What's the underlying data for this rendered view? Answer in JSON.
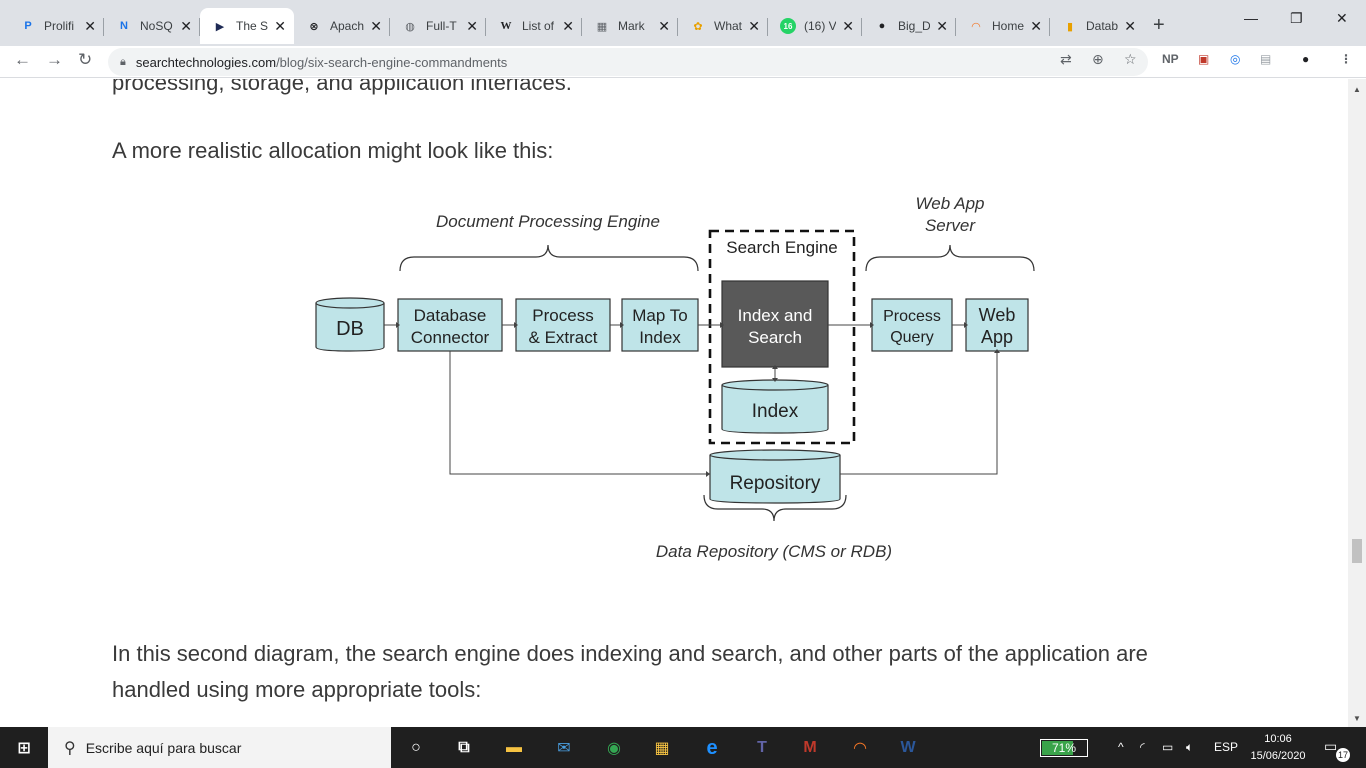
{
  "tabs": [
    {
      "title": "Prolifi",
      "icon": "P"
    },
    {
      "title": "NoSQ",
      "icon": "N"
    },
    {
      "title": "The S",
      "icon": "▶"
    },
    {
      "title": "Apach",
      "icon": "⊗"
    },
    {
      "title": "Full-T",
      "icon": "◍"
    },
    {
      "title": "List of",
      "icon": "W"
    },
    {
      "title": "Mark",
      "icon": "▦"
    },
    {
      "title": "What",
      "icon": "✿"
    },
    {
      "title": "(16) V",
      "icon": "16"
    },
    {
      "title": "Big_D",
      "icon": "●"
    },
    {
      "title": "Home",
      "icon": "◠"
    },
    {
      "title": "Datab",
      "icon": "▮"
    }
  ],
  "address": {
    "host": "searchtechnologies.com",
    "path": "/blog/six-search-engine-commandments"
  },
  "extensions": {
    "np_label": "NP"
  },
  "article": {
    "cut_line": "processing, storage, and application interfaces.",
    "intro": "A more realistic allocation might look like this:",
    "after_line1": "In this second diagram, the search engine does indexing and search, and other parts of the application are",
    "after_line2": "handled using more appropriate tools:"
  },
  "diagram": {
    "doc_engine_label": "Document Processing Engine",
    "search_engine_label": "Search Engine",
    "web_app_server_line1": "Web App",
    "web_app_server_line2": "Server",
    "db": "DB",
    "db_connector_line1": "Database",
    "db_connector_line2": "Connector",
    "process_extract_line1": "Process",
    "process_extract_line2": "& Extract",
    "map_index_line1": "Map To",
    "map_index_line2": "Index",
    "index_search_line1": "Index and",
    "index_search_line2": "Search",
    "index": "Index",
    "process_query_line1": "Process",
    "process_query_line2": "Query",
    "web_app_line1": "Web",
    "web_app_line2": "App",
    "repository": "Repository",
    "data_repo_label": "Data Repository (CMS or RDB)"
  },
  "taskbar": {
    "search_placeholder": "Escribe aquí para buscar",
    "battery": "71%",
    "battery_level": 0.71,
    "language": "ESP",
    "time": "10:06",
    "date": "15/06/2020",
    "notification_count": "17"
  }
}
